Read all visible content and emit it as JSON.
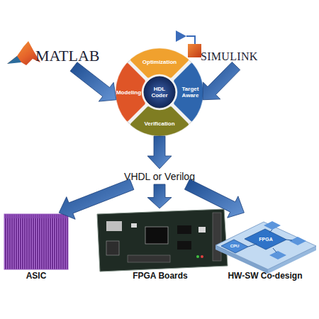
{
  "diagram": {
    "nodes": [
      {
        "text": [
          "MATLAB"
        ]
      },
      {
        "text": [
          "SIMULINK"
        ]
      },
      {
        "text": [
          "HDL Coder"
        ]
      },
      {
        "text": [
          "Optimization"
        ],
        "in": 2
      },
      {
        "text": [
          "Modeling"
        ],
        "in": 2
      },
      {
        "text": [
          "Target Aware"
        ],
        "in": 2
      },
      {
        "text": [
          "Verification"
        ],
        "in": 2
      },
      {
        "text": [
          "VHDL or Verilog"
        ]
      },
      {
        "text": [
          "ASIC"
        ]
      },
      {
        "text": [
          "FPGA Boards"
        ]
      },
      {
        "text": [
          "HW-SW Co-design"
        ]
      }
    ],
    "edges": [
      {
        "from": 0,
        "to": 2,
        "arrow": "to"
      },
      {
        "from": 1,
        "to": 2,
        "arrow": "to"
      },
      {
        "from": 2,
        "to": 7,
        "arrow": "to"
      },
      {
        "from": 7,
        "to": 8,
        "arrow": "to"
      },
      {
        "from": 7,
        "to": 9,
        "arrow": "to"
      },
      {
        "from": 7,
        "to": 10,
        "arrow": "to"
      }
    ],
    "labels": [
      "CPU",
      "FPGA"
    ]
  }
}
